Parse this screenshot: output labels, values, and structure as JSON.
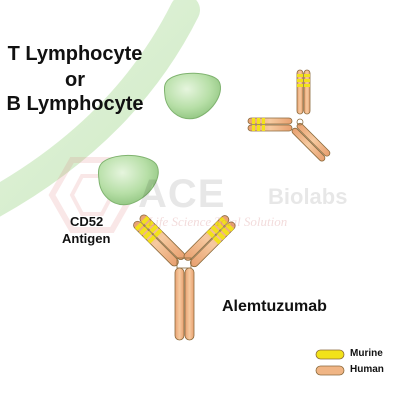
{
  "cell": {
    "line1": "T Lymphocyte",
    "line2": "or",
    "line3": "B Lymphocyte"
  },
  "antigen_label": {
    "line1": "CD52",
    "line2": "Antigen"
  },
  "antibody_label": "Alemtuzumab",
  "legend": {
    "items": [
      {
        "label": "Murine",
        "color": "#f2e21a"
      },
      {
        "label": "Human",
        "color": "#f0b585"
      }
    ]
  },
  "watermark": {
    "brand": "ACE",
    "brand2": "Biolabs",
    "tagline": "Life Science Total Solution"
  },
  "colors": {
    "membrane": "#d7efcf",
    "antigen": "#b7dfa7",
    "human_segment": "#f0b585",
    "murine_segment": "#f2e21a",
    "outline": "#8a6a3c"
  }
}
